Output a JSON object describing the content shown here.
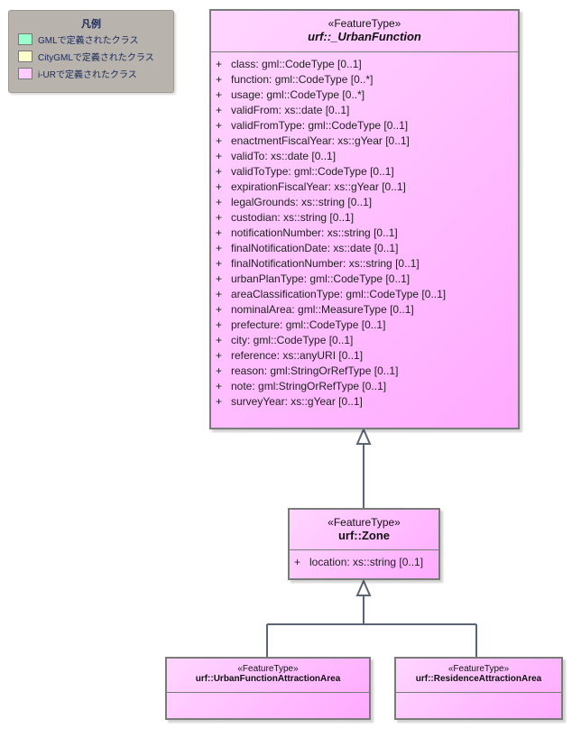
{
  "legend": {
    "title": "凡例",
    "items": [
      {
        "label": "GMLで定義されたクラス",
        "color": "#99ffcc"
      },
      {
        "label": "CityGMLで定義されたクラス",
        "color": "#ffffcc"
      },
      {
        "label": "i-URで定義されたクラス",
        "color": "#ffccff"
      }
    ]
  },
  "classes": {
    "urban_function": {
      "stereotype": "«FeatureType»",
      "name": "urf::_UrbanFunction",
      "attributes": [
        {
          "vis": "+",
          "text": "class: gml::CodeType [0..1]"
        },
        {
          "vis": "+",
          "text": "function: gml::CodeType [0..*]"
        },
        {
          "vis": "+",
          "text": "usage: gml::CodeType [0..*]"
        },
        {
          "vis": "+",
          "text": "validFrom: xs::date [0..1]"
        },
        {
          "vis": "+",
          "text": "validFromType: gml::CodeType [0..1]"
        },
        {
          "vis": "+",
          "text": "enactmentFiscalYear: xs::gYear [0..1]"
        },
        {
          "vis": "+",
          "text": "validTo: xs::date [0..1]"
        },
        {
          "vis": "+",
          "text": "validToType: gml::CodeType [0..1]"
        },
        {
          "vis": "+",
          "text": "expirationFiscalYear: xs::gYear [0..1]"
        },
        {
          "vis": "+",
          "text": "legalGrounds: xs::string [0..1]"
        },
        {
          "vis": "+",
          "text": "custodian: xs::string [0..1]"
        },
        {
          "vis": "+",
          "text": "notificationNumber: xs::string [0..1]"
        },
        {
          "vis": "+",
          "text": "finalNotificationDate: xs::date [0..1]"
        },
        {
          "vis": "+",
          "text": "finalNotificationNumber: xs::string [0..1]"
        },
        {
          "vis": "+",
          "text": "urbanPlanType: gml::CodeType [0..1]"
        },
        {
          "vis": "+",
          "text": "areaClassificationType: gml::CodeType [0..1]"
        },
        {
          "vis": "+",
          "text": "nominalArea: gml::MeasureType [0..1]"
        },
        {
          "vis": "+",
          "text": "prefecture: gml::CodeType [0..1]"
        },
        {
          "vis": "+",
          "text": "city: gml::CodeType [0..1]"
        },
        {
          "vis": "+",
          "text": "reference: xs::anyURI [0..1]"
        },
        {
          "vis": "+",
          "text": "reason: gml:StringOrRefType [0..1]"
        },
        {
          "vis": "+",
          "text": "note: gml:StringOrRefType [0..1]"
        },
        {
          "vis": "+",
          "text": "surveyYear: xs::gYear [0..1]"
        }
      ]
    },
    "zone": {
      "stereotype": "«FeatureType»",
      "name": "urf::Zone",
      "attributes": [
        {
          "vis": "+",
          "text": "location: xs::string [0..1]"
        }
      ]
    },
    "urban_function_attraction_area": {
      "stereotype": "«FeatureType»",
      "name": "urf::UrbanFunctionAttractionArea"
    },
    "residence_attraction_area": {
      "stereotype": "«FeatureType»",
      "name": "urf::ResidenceAttractionArea"
    }
  }
}
